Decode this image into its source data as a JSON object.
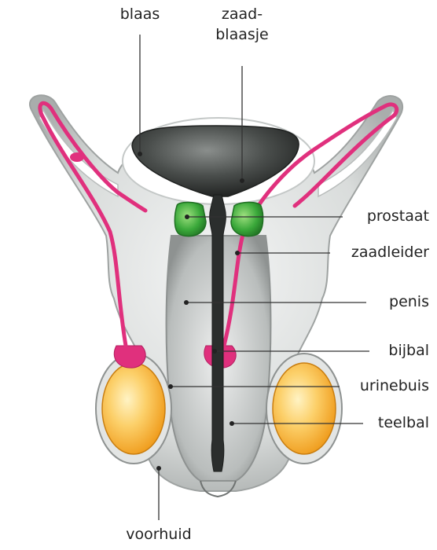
{
  "labels": {
    "blaas": "blaas",
    "zaadblaasje_1": "zaad-",
    "zaadblaasje_2": "blaasje",
    "prostaat": "prostaat",
    "zaadleider": "zaadleider",
    "penis": "penis",
    "bijbal": "bijbal",
    "urinebuis": "urinebuis",
    "teelbal": "teelbal",
    "voorhuid": "voorhuid"
  },
  "colors": {
    "duct": "#e0307d",
    "prostate": "#2f9a2f",
    "prostate_light": "#7dd06a",
    "testis": "#f6a623",
    "testis_light": "#fde7a0",
    "bladder": "#3a3d3c",
    "tissue": "#d6d9d8",
    "leader_line": "#333333"
  }
}
